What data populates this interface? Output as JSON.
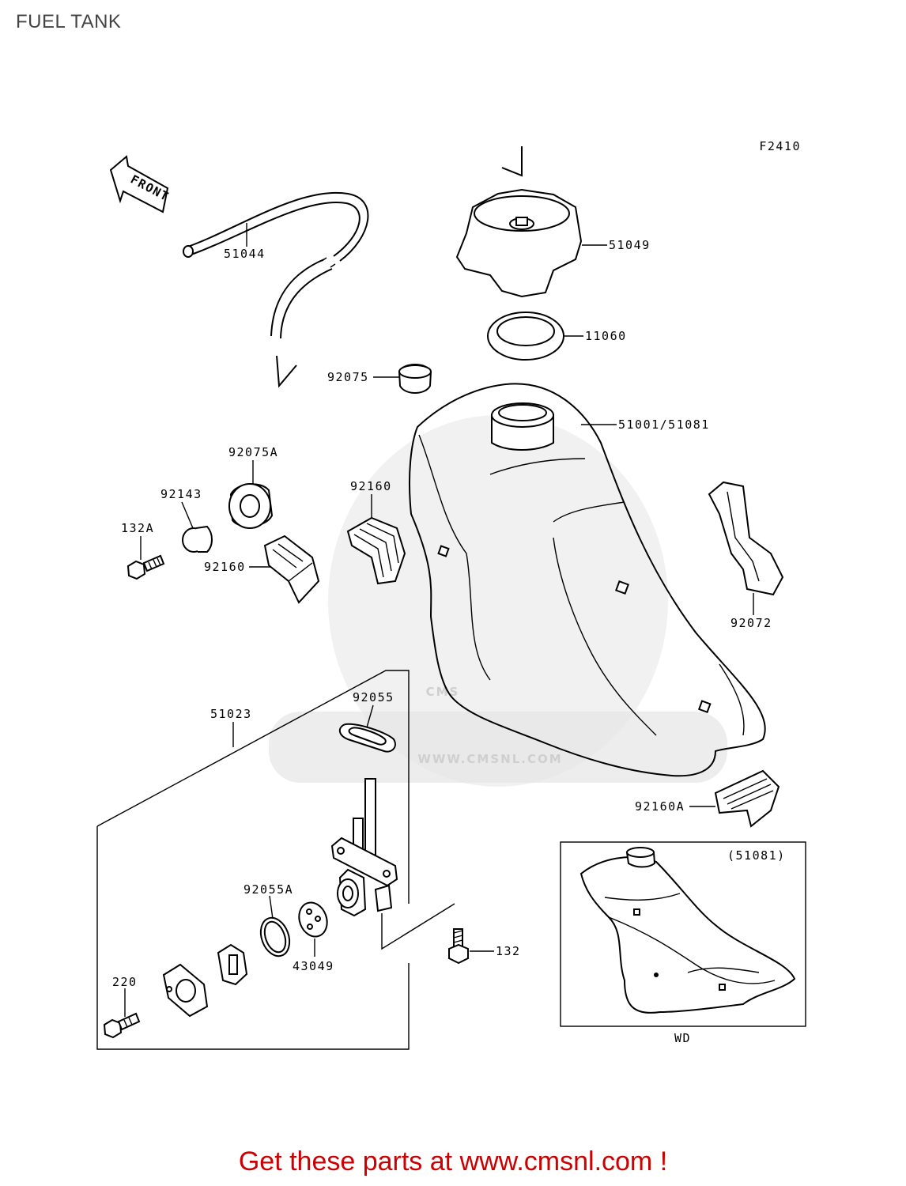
{
  "page": {
    "title": "FUEL TANK",
    "footer": "Get these parts at www.cmsnl.com !"
  },
  "diagram": {
    "figure_code": "F2410",
    "front_label": "FRONT",
    "inset_label": "(51081)",
    "inset_caption": "WD",
    "watermark": {
      "logo_text": "CMS",
      "url_text": "WWW.CMSNL.COM"
    },
    "callouts": [
      {
        "id": "51044",
        "label": "51044"
      },
      {
        "id": "51049",
        "label": "51049"
      },
      {
        "id": "11060",
        "label": "11060"
      },
      {
        "id": "92075",
        "label": "92075"
      },
      {
        "id": "51001-51081",
        "label": "51001/51081"
      },
      {
        "id": "92075A",
        "label": "92075A"
      },
      {
        "id": "92143",
        "label": "92143"
      },
      {
        "id": "132A",
        "label": "132A"
      },
      {
        "id": "92160-upper",
        "label": "92160"
      },
      {
        "id": "92160-lower",
        "label": "92160"
      },
      {
        "id": "92072",
        "label": "92072"
      },
      {
        "id": "51023",
        "label": "51023"
      },
      {
        "id": "92055",
        "label": "92055"
      },
      {
        "id": "92160A",
        "label": "92160A"
      },
      {
        "id": "92055A",
        "label": "92055A"
      },
      {
        "id": "43049",
        "label": "43049"
      },
      {
        "id": "132",
        "label": "132"
      },
      {
        "id": "220",
        "label": "220"
      }
    ]
  }
}
